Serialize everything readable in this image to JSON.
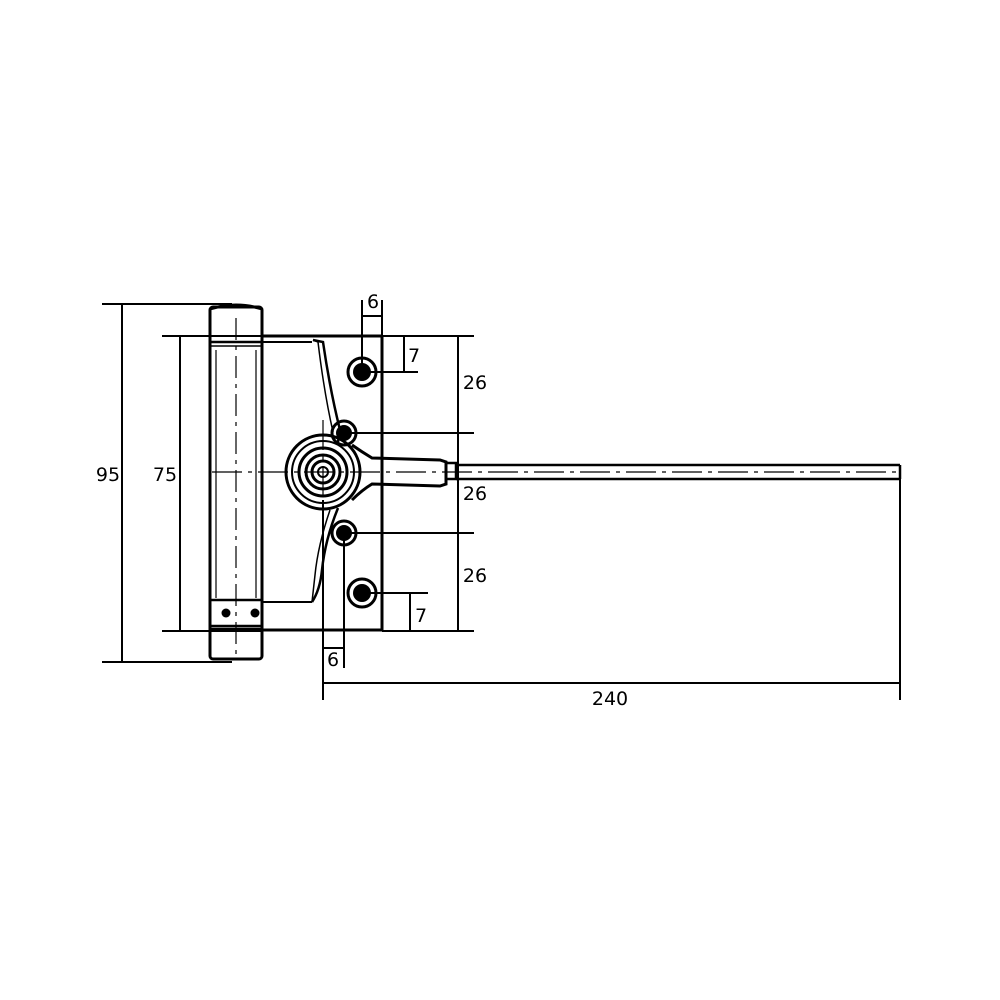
{
  "colors": {
    "background": "#ffffff",
    "line": "#000000"
  },
  "dimensions": {
    "overall_height": "95",
    "plate_height": "75",
    "hole_spacing_top": "26",
    "hole_spacing_middle": "26",
    "hole_spacing_bottom": "26",
    "hole_offset_top": "7",
    "hole_offset_bottom": "7",
    "hole_inset_top": "6",
    "hole_inset_bottom": "6",
    "arm_length": "240"
  }
}
